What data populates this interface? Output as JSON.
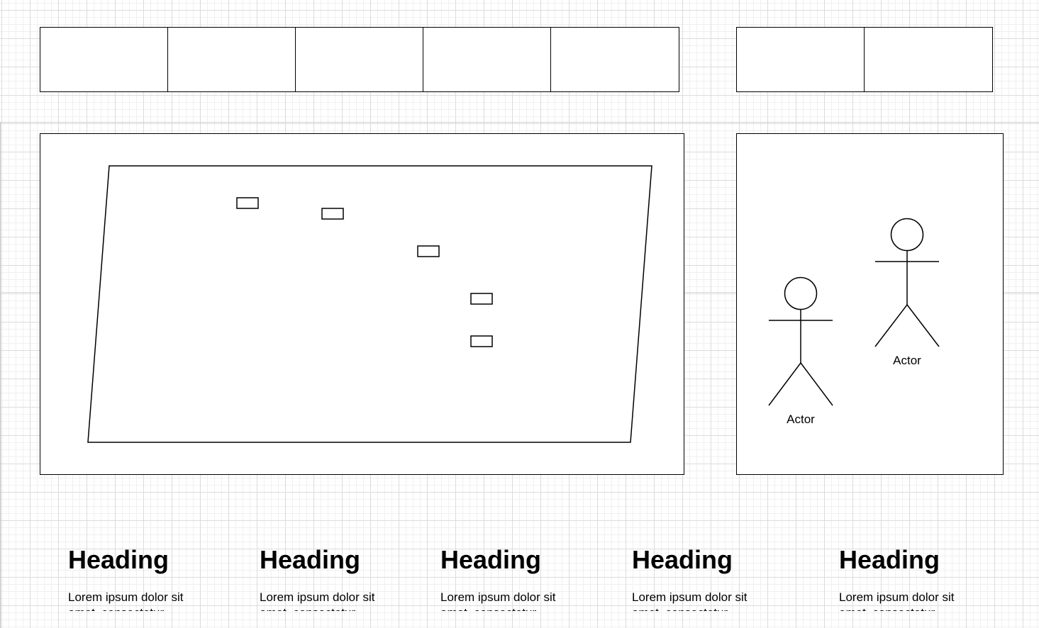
{
  "top_bar_left": {
    "cells": [
      "",
      "",
      "",
      "",
      ""
    ]
  },
  "top_bar_right": {
    "cells": [
      "",
      ""
    ]
  },
  "actors": [
    {
      "label": "Actor"
    },
    {
      "label": "Actor"
    }
  ],
  "columns": [
    {
      "heading": "Heading",
      "text": "Lorem ipsum dolor sit amet, consectetur"
    },
    {
      "heading": "Heading",
      "text": "Lorem ipsum dolor sit amet, consectetur"
    },
    {
      "heading": "Heading",
      "text": "Lorem ipsum dolor sit amet, consectetur"
    },
    {
      "heading": "Heading",
      "text": "Lorem ipsum dolor sit amet, consectetur"
    },
    {
      "heading": "Heading",
      "text": "Lorem ipsum dolor sit amet, consectetur"
    }
  ]
}
